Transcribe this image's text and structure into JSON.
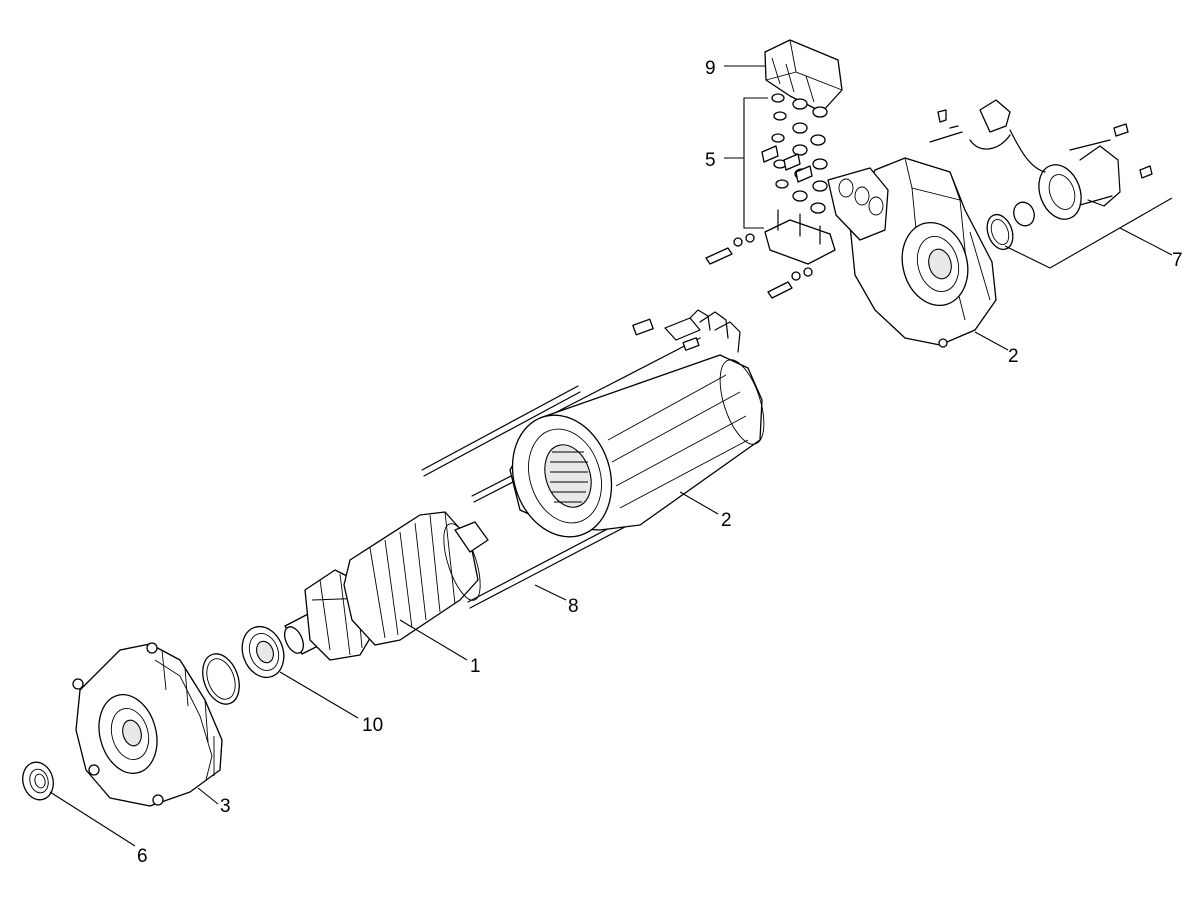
{
  "callouts": {
    "armature": "1",
    "housing_right": "2",
    "stator": "2",
    "front_end_cover": "3",
    "terminal_hardware": "5",
    "seal_ring": "6",
    "brush_assembly": "7",
    "tie_rod": "8",
    "terminal_cap": "9",
    "bearing": "10"
  }
}
